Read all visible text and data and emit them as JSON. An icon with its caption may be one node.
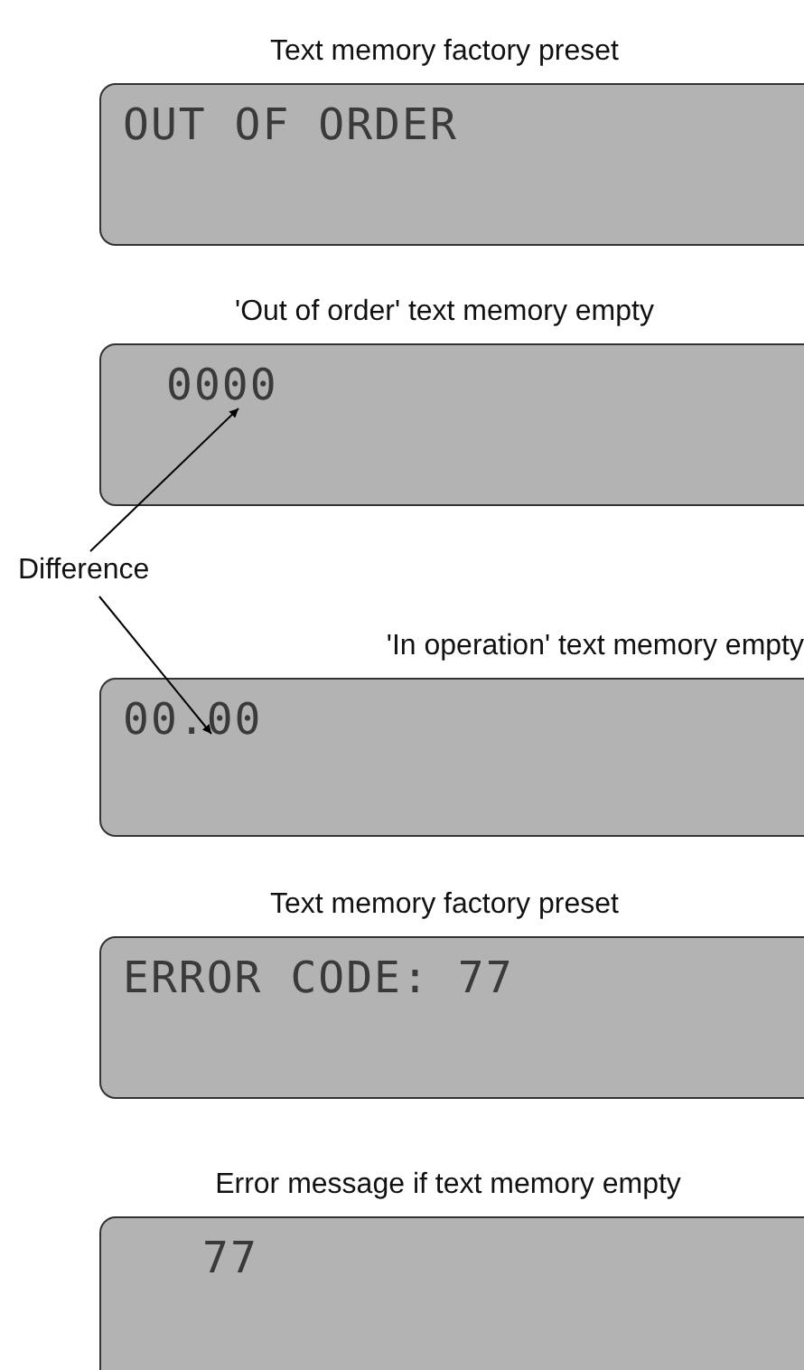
{
  "diagram": {
    "nodes": [
      {
        "text": [
          "Text memory factory preset",
          "OUT OF ORDER"
        ]
      },
      {
        "text": [
          "'Out of order' text memory empty",
          "0000"
        ]
      },
      {
        "text": [
          "'In operation' text memory empty",
          "00.00"
        ]
      },
      {
        "text": [
          "Text memory factory preset",
          "ERROR CODE: 77"
        ]
      },
      {
        "text": [
          "Error message if text memory empty",
          "77"
        ]
      },
      {
        "text": [
          "Difference"
        ]
      }
    ],
    "edges": [
      {
        "from": 5,
        "to": 1,
        "arrow": "to"
      },
      {
        "from": 5,
        "to": 2,
        "arrow": "to"
      }
    ]
  }
}
